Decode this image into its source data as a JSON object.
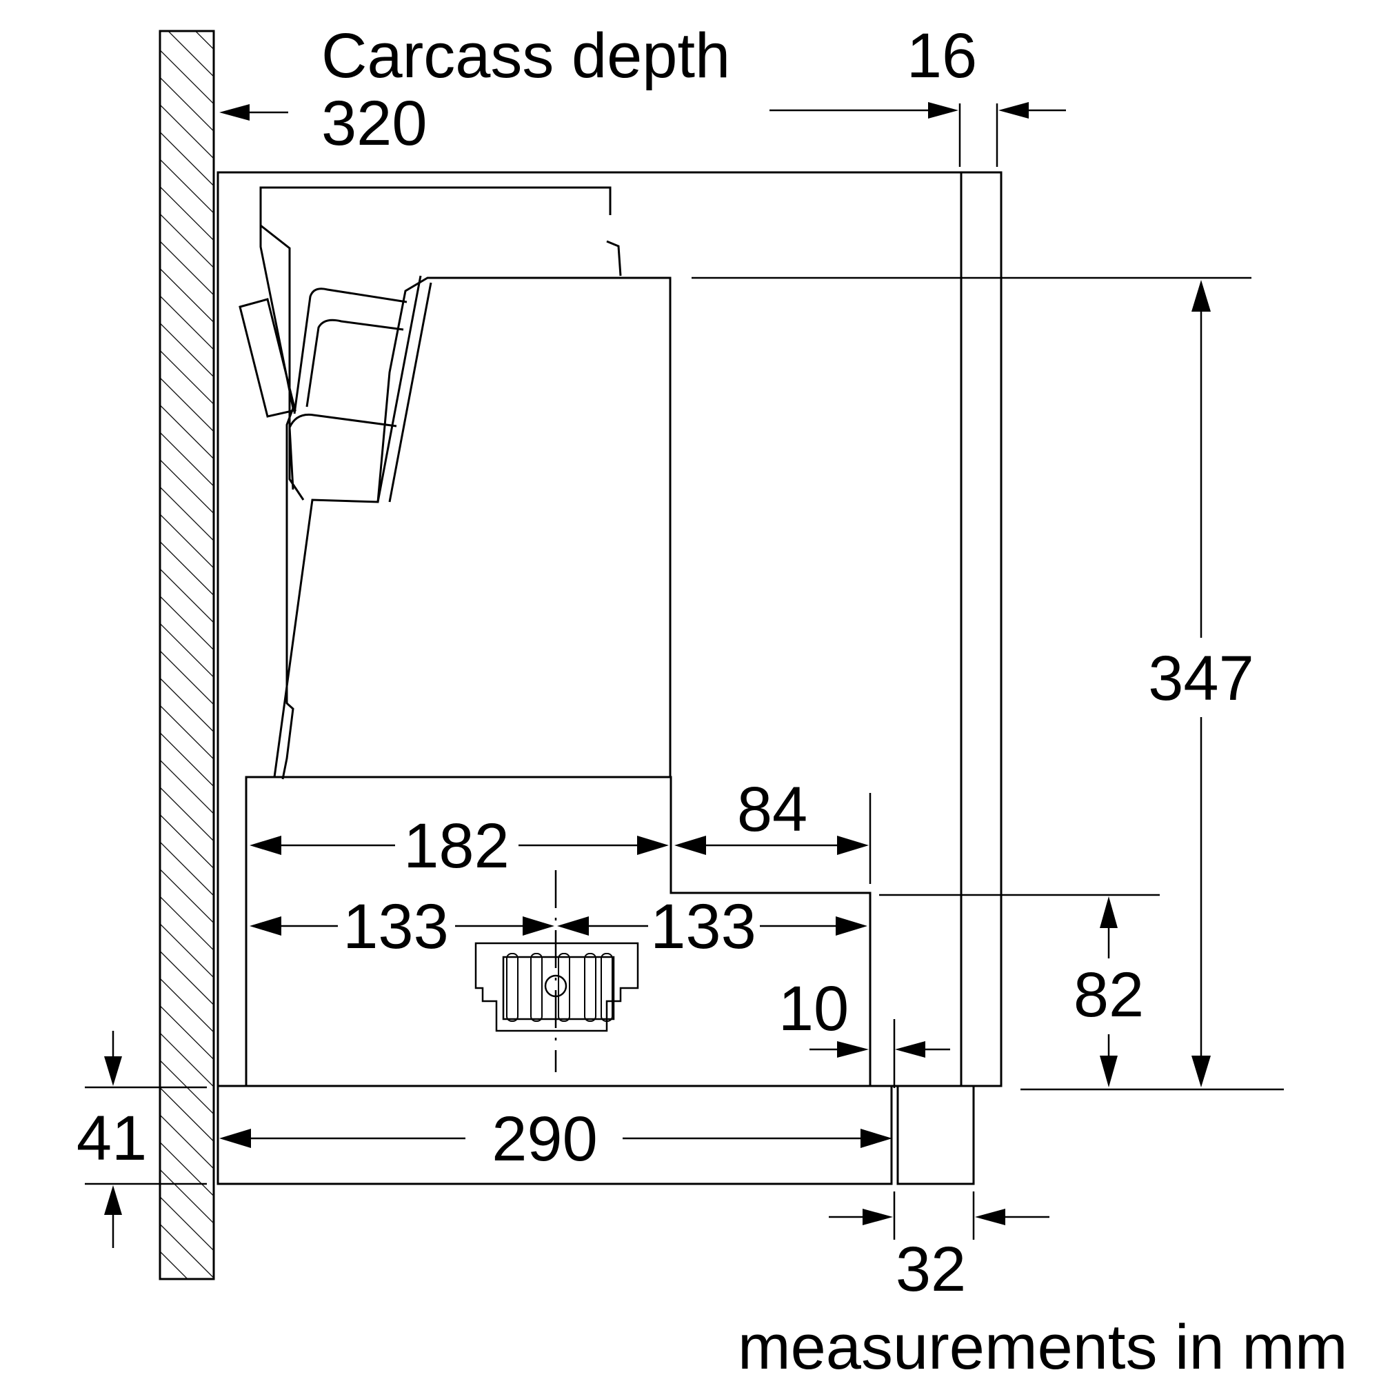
{
  "labels": {
    "carcass_depth": "Carcass depth",
    "carcass_value": "320",
    "front_thickness": "16",
    "total_height": "347",
    "width_182": "182",
    "width_84": "84",
    "left_133": "133",
    "right_133": "133",
    "gap_10": "10",
    "height_82": "82",
    "offset_41": "41",
    "depth_290": "290",
    "width_32": "32",
    "units_note": "measurements in mm"
  },
  "colors": {
    "line": "#000000",
    "background": "#ffffff"
  }
}
